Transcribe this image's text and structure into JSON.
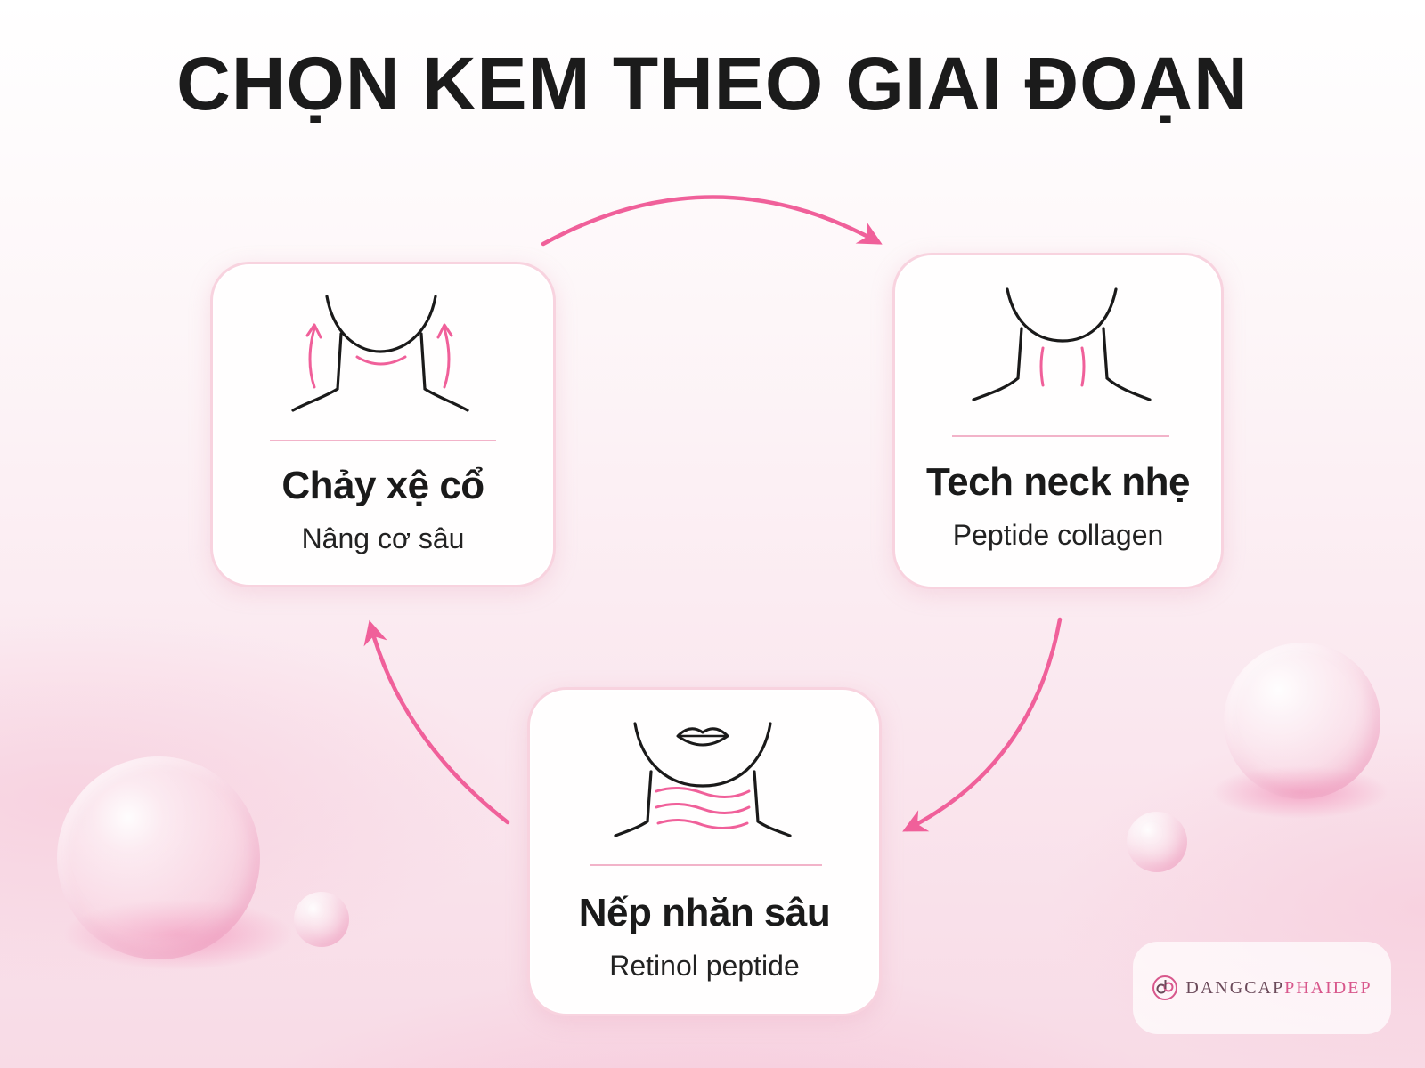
{
  "title": "CHỌN KEM THEO GIAI ĐOẠN",
  "colors": {
    "accent": "#f0609a",
    "line": "#1a1a1a",
    "card_border": "#f8d3df"
  },
  "stages": [
    {
      "title": "Chảy xệ cổ",
      "subtitle": "Nâng cơ sâu",
      "icon": "neck-lift-icon"
    },
    {
      "title": "Tech neck nhẹ",
      "subtitle": "Peptide collagen",
      "icon": "neck-lines-icon"
    },
    {
      "title": "Nếp nhăn sâu",
      "subtitle": "Retinol peptide",
      "icon": "neck-wrinkles-icon"
    }
  ],
  "brand": {
    "part_a": "DANGCAP",
    "part_b": "PHAIDEP",
    "icon": "dp-logo-icon"
  }
}
